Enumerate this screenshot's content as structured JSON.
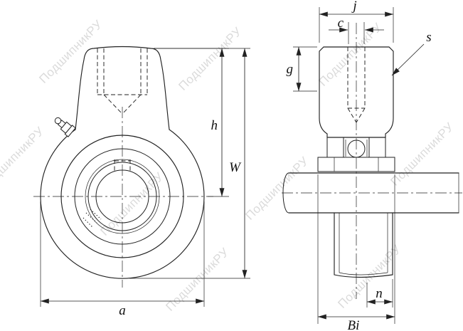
{
  "drawing": {
    "title": "hanger-bearing-unit-two-view-drawing",
    "labels": {
      "j": "j",
      "c": "c",
      "s": "s",
      "g": "g",
      "h": "h",
      "W": "W",
      "a": "a",
      "n": "n",
      "Bi": "Bi"
    },
    "watermark": {
      "text": "ПодшипникРУ"
    },
    "colors": {
      "line": "#222222",
      "background": "#ffffff",
      "watermark": "#bdbdbd"
    }
  }
}
